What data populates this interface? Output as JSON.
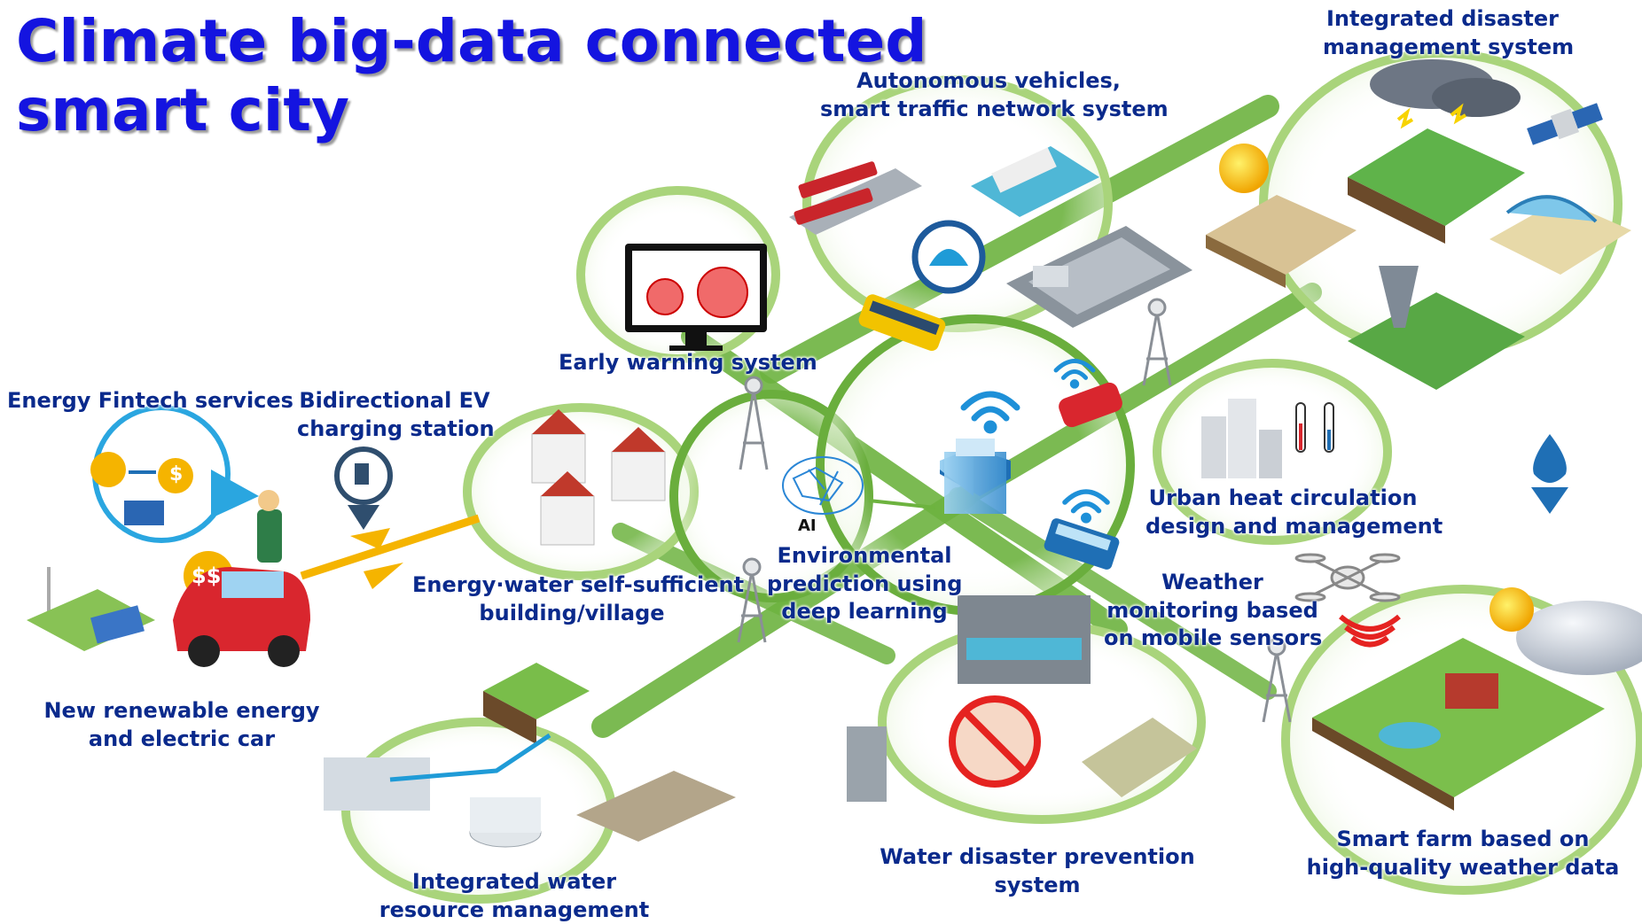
{
  "title": {
    "line1": "Climate big-data connected",
    "line2": "smart city"
  },
  "labels": {
    "integrated_disaster": [
      "Integrated disaster",
      "management system"
    ],
    "autonomous_vehicles": [
      "Autonomous vehicles,",
      "smart traffic network system"
    ],
    "early_warning": [
      "Early warning system"
    ],
    "energy_fintech": [
      "Energy Fintech services"
    ],
    "bidirectional_ev": [
      "Bidirectional EV",
      "charging station"
    ],
    "urban_heat": [
      "Urban heat circulation",
      "design and management"
    ],
    "environmental_prediction": [
      "Environmental",
      "prediction using",
      "deep learning"
    ],
    "self_sufficient": [
      "Energy·water self-sufficient",
      "building/village"
    ],
    "weather_monitoring": [
      "Weather",
      "monitoring based",
      "on mobile sensors"
    ],
    "renewable_energy": [
      "New renewable energy",
      "and electric car"
    ],
    "water_disaster": [
      "Water disaster prevention",
      "system"
    ],
    "smart_farm": [
      "Smart farm based on",
      "high-quality weather data"
    ],
    "integrated_water": [
      "Integrated water",
      "resource management"
    ],
    "ai_badge": "AI"
  },
  "icons": {
    "fintech_money": "$",
    "car_money": "$$",
    "ev_charger": "charging-plug"
  },
  "colors": {
    "title": "#1414e0",
    "label": "#0a2a8c",
    "network_green": "#6db33f",
    "ring_light": "#b6dc8a",
    "ring_dark": "#5fa336",
    "accent_blue": "#1f9bd7",
    "accent_orange": "#f5b400",
    "car_red": "#d9262e"
  }
}
